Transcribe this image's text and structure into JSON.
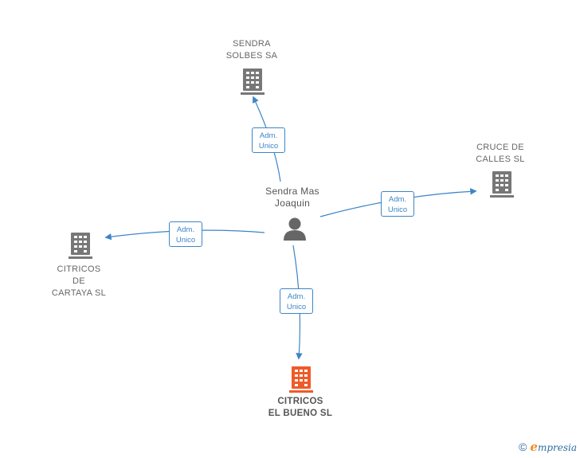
{
  "center": {
    "name": "Sendra Mas\nJoaquin",
    "icon": "person-icon"
  },
  "companies": [
    {
      "id": "sendra-solbes",
      "name": "SENDRA\nSOLBES SA",
      "icon": "building-icon",
      "highlight": false
    },
    {
      "id": "cruce-calles",
      "name": "CRUCE DE\nCALLES  SL",
      "icon": "building-icon",
      "highlight": false
    },
    {
      "id": "citricos-cartaya",
      "name": "CITRICOS\nDE\nCARTAYA SL",
      "icon": "building-icon",
      "highlight": false
    },
    {
      "id": "citricos-bueno",
      "name": "CITRICOS\nEL BUENO  SL",
      "icon": "building-icon",
      "highlight": true
    }
  ],
  "relations": [
    {
      "to": "sendra-solbes",
      "label_line1": "Adm.",
      "label_line2": "Unico"
    },
    {
      "to": "cruce-calles",
      "label_line1": "Adm.",
      "label_line2": "Unico"
    },
    {
      "to": "citricos-cartaya",
      "label_line1": "Adm.",
      "label_line2": "Unico"
    },
    {
      "to": "citricos-bueno",
      "label_line1": "Adm.",
      "label_line2": "Unico"
    }
  ],
  "colors": {
    "edge": "#3d85c6",
    "building": "#777777",
    "building_highlight": "#f05a28",
    "person": "#666666"
  },
  "footer": {
    "copyright": "©",
    "brand_initial": "e",
    "brand_rest": "mpresia"
  }
}
